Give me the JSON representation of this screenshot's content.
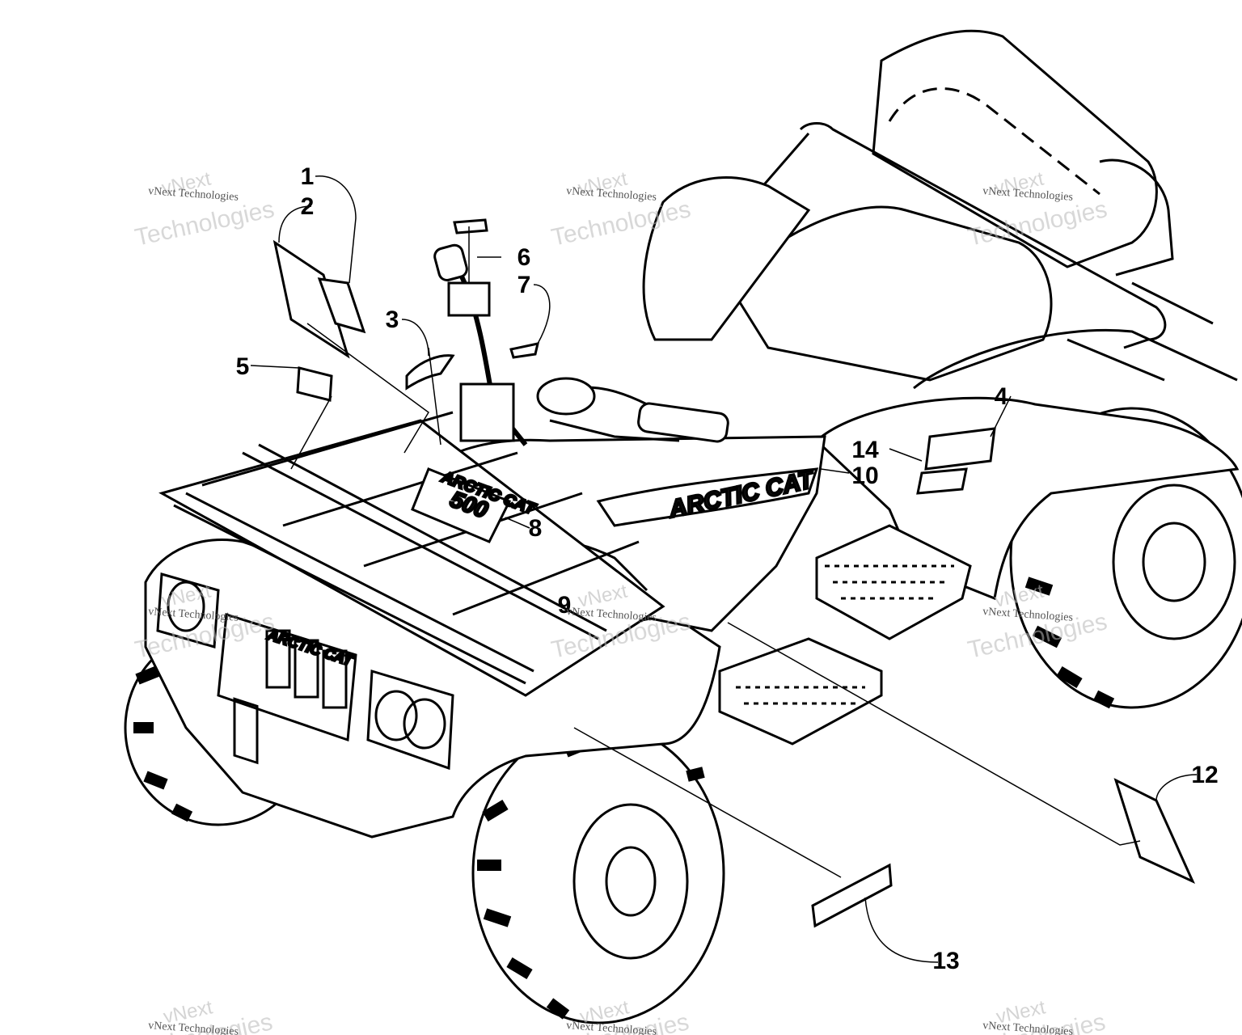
{
  "callouts": [
    "1",
    "2",
    "3",
    "4",
    "5",
    "6",
    "7",
    "8",
    "9",
    "10",
    "12",
    "13",
    "14"
  ],
  "brand": {
    "side": "ARCTIC CAT",
    "tank": "ARCTIC CAT",
    "tank_model": "500",
    "grille": "ARCTIC CAT"
  },
  "watermark": {
    "line1": "vNext",
    "line2": "vNext Technologies",
    "line3": "Technologies"
  }
}
